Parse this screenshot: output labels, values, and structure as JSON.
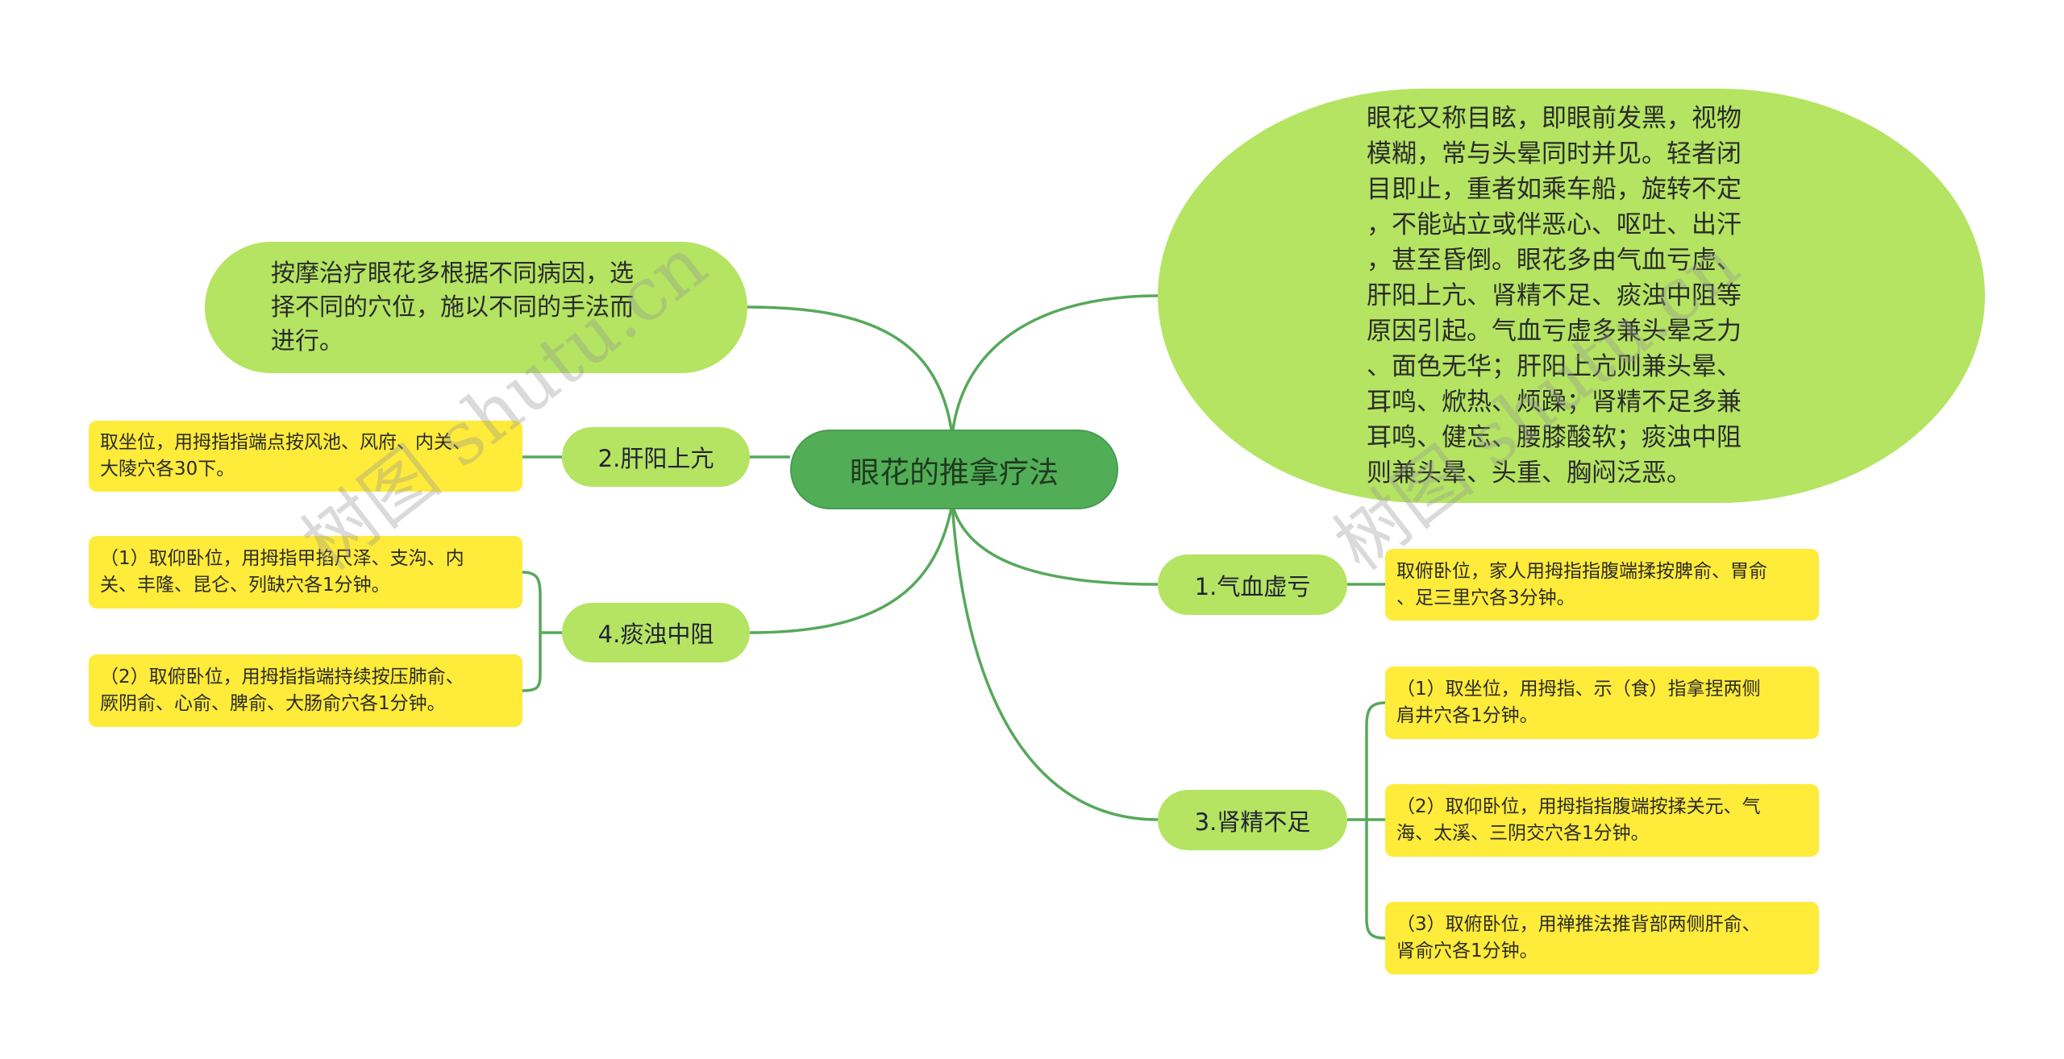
{
  "root": {
    "label": "眼花的推拿疗法"
  },
  "description": {
    "lines": [
      "眼花又称目眩，即眼前发黑，视物",
      "模糊，常与头晕同时并见。轻者闭",
      "目即止，重者如乘车船，旋转不定",
      "，不能站立或伴恶心、呕吐、出汗",
      "，甚至昏倒。眼花多由气血亏虚、",
      "肝阳上亢、肾精不足、痰浊中阻等",
      "原因引起。气血亏虚多兼头晕乏力",
      "、面色无华；肝阳上亢则兼头晕、",
      "耳鸣、焮热、烦躁；肾精不足多兼",
      "耳鸣、健忘、腰膝酸软；痰浊中阻",
      "则兼头晕、头重、胸闷泛恶。"
    ]
  },
  "intro": {
    "lines": [
      "按摩治疗眼花多根据不同病因，选",
      "择不同的穴位，施以不同的手法而",
      "进行。"
    ]
  },
  "branches": [
    {
      "label": "1.气血虚亏",
      "leaves": [
        [
          "取俯卧位，家人用拇指指腹端揉按脾俞、胃俞",
          "、足三里穴各3分钟。"
        ]
      ]
    },
    {
      "label": "2.肝阳上亢",
      "leaves": [
        [
          "取坐位，用拇指指端点按风池、风府、内关、",
          "大陵穴各30下。"
        ]
      ]
    },
    {
      "label": "3.肾精不足",
      "leaves": [
        [
          "（1）取坐位，用拇指、示（食）指拿捏两侧",
          "肩井穴各1分钟。"
        ],
        [
          "（2）取仰卧位，用拇指指腹端按揉关元、气",
          "海、太溪、三阴交穴各1分钟。"
        ],
        [
          "（3）取俯卧位，用禅推法推背部两侧肝俞、",
          "肾俞穴各1分钟。"
        ]
      ]
    },
    {
      "label": "4.痰浊中阻",
      "leaves": [
        [
          "（1）取仰卧位，用拇指甲掐尺泽、支沟、内",
          "关、丰隆、昆仑、列缺穴各1分钟。"
        ],
        [
          "（2）取俯卧位，用拇指指端持续按压肺俞、",
          "厥阴俞、心俞、脾俞、大肠俞穴各1分钟。"
        ]
      ]
    }
  ],
  "watermark": "树图 shutu.cn",
  "colors": {
    "root": "#52ad57",
    "branch": "#b4e462",
    "leaf": "#feeb3a",
    "line": "#57a85b"
  }
}
